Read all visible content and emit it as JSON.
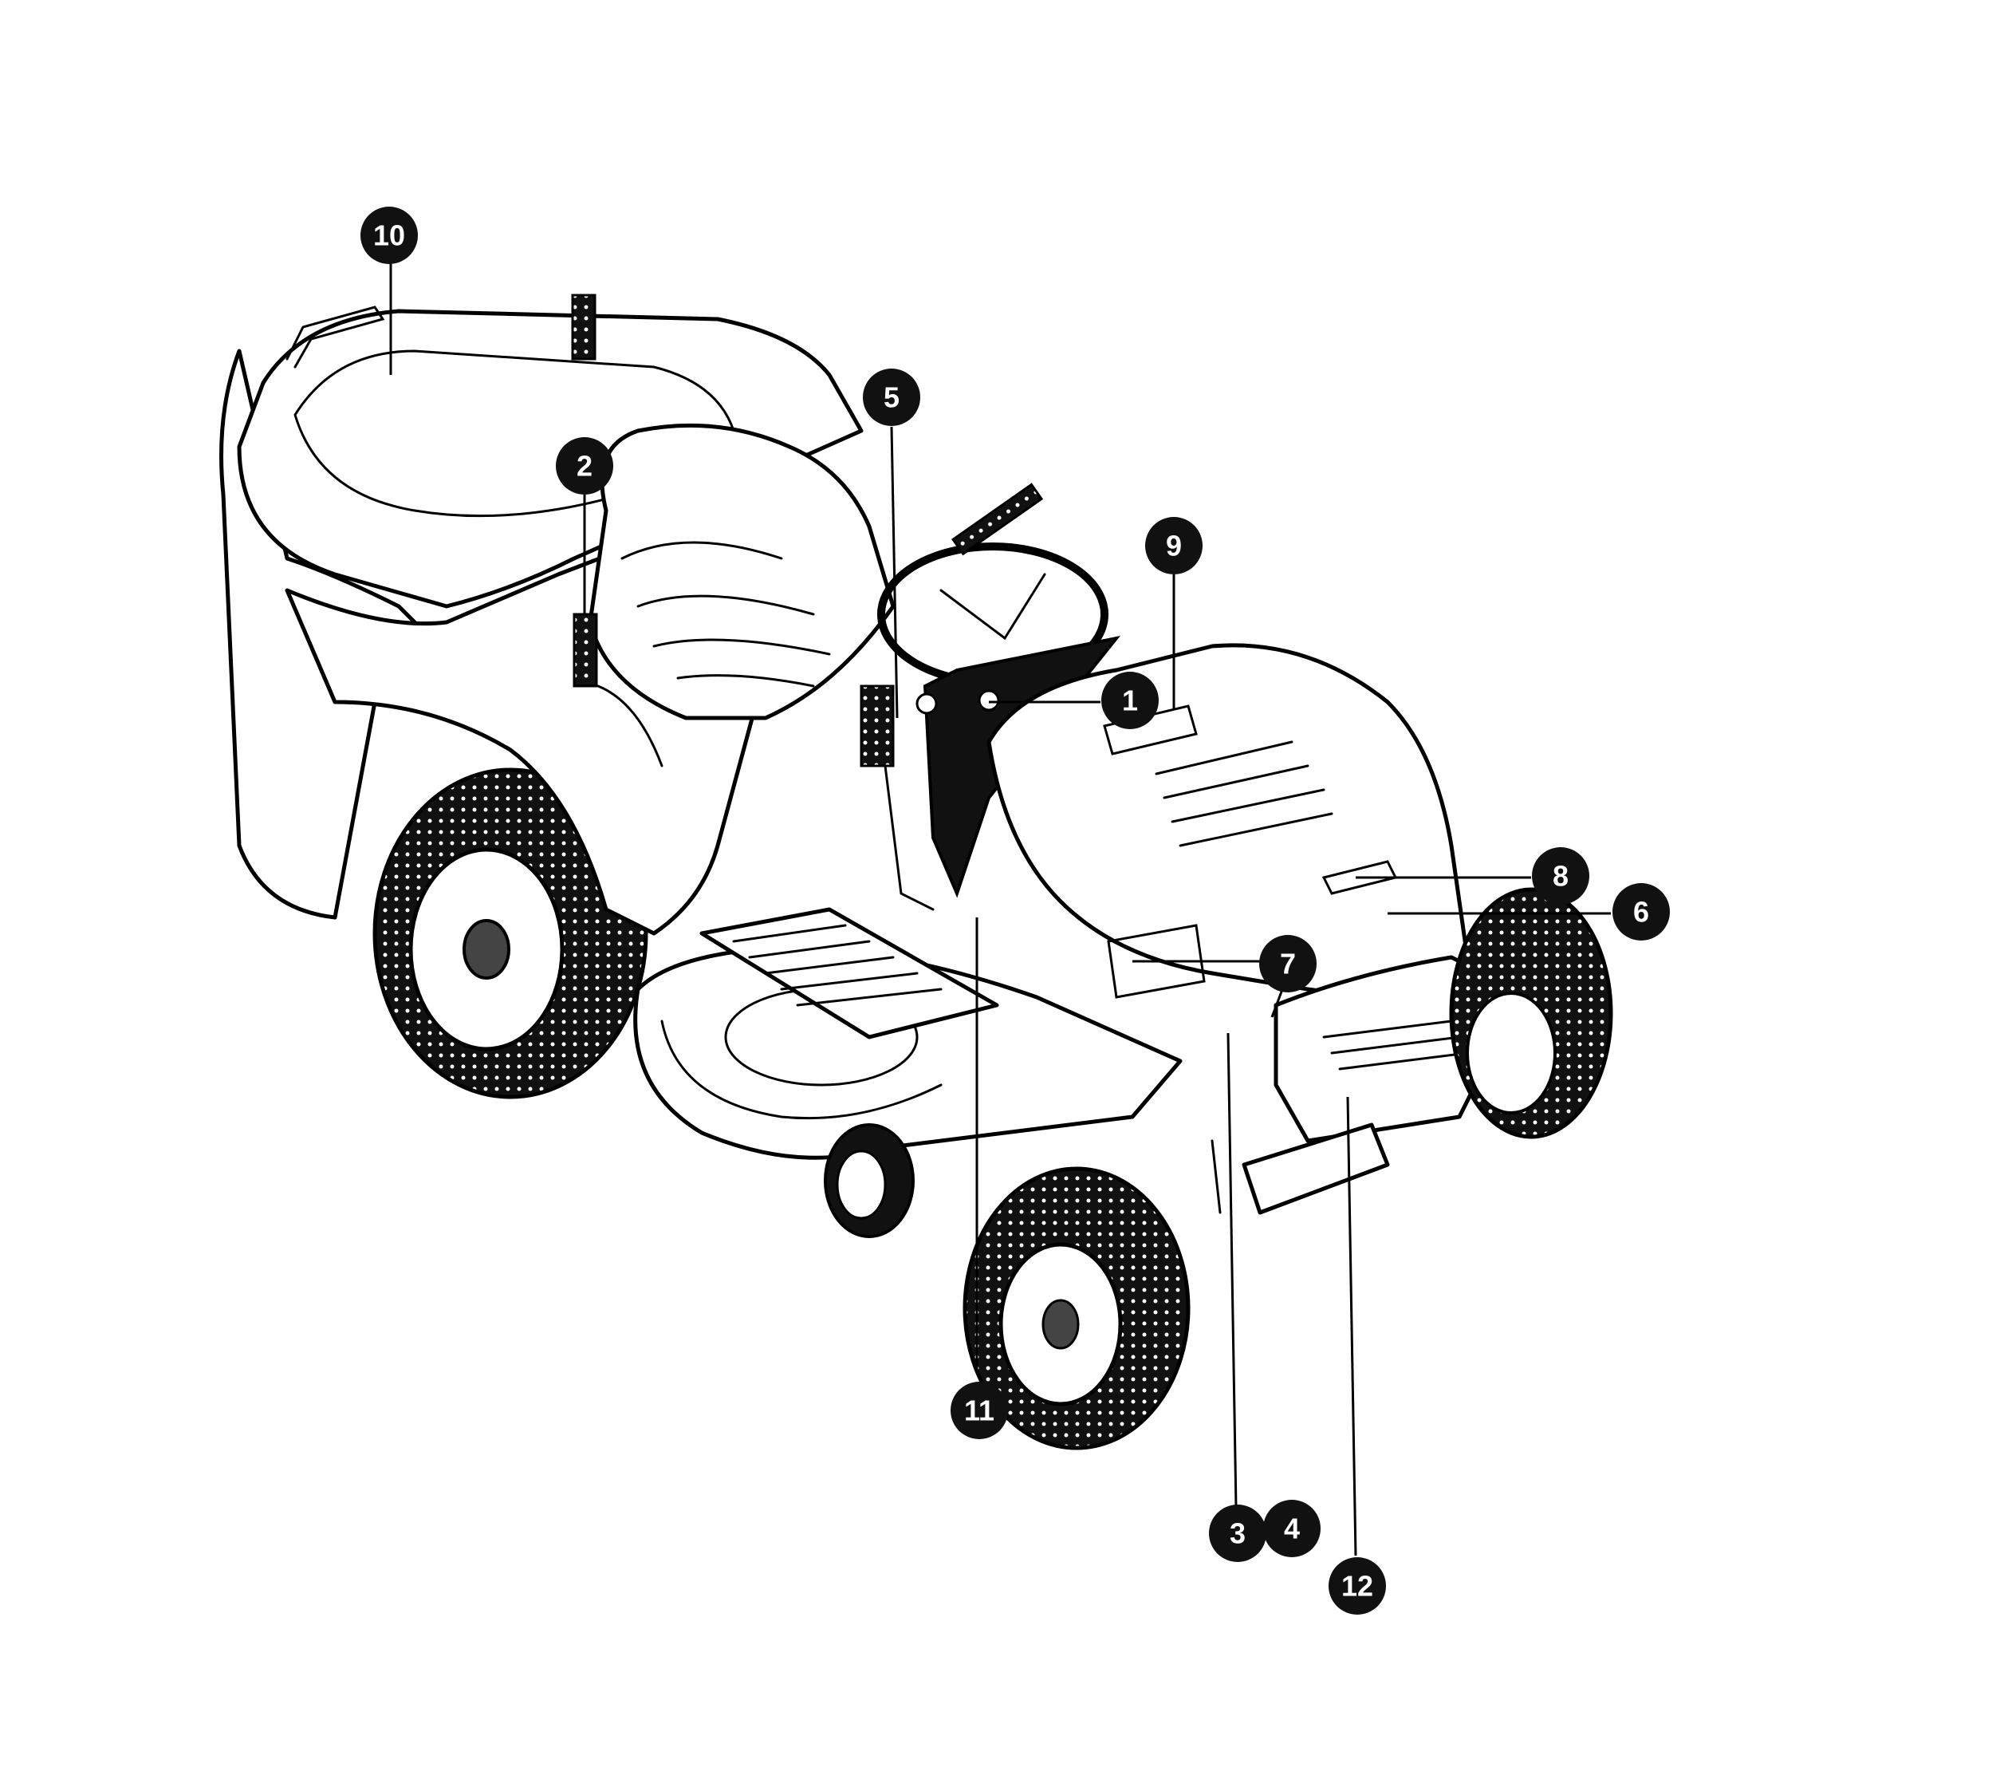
{
  "callouts": [
    {
      "id": "c1",
      "label": "1"
    },
    {
      "id": "c2",
      "label": "2"
    },
    {
      "id": "c3",
      "label": "3"
    },
    {
      "id": "c4",
      "label": "4"
    },
    {
      "id": "c5",
      "label": "5"
    },
    {
      "id": "c6",
      "label": "6"
    },
    {
      "id": "c7",
      "label": "7"
    },
    {
      "id": "c8",
      "label": "8"
    },
    {
      "id": "c9",
      "label": "9"
    },
    {
      "id": "c10",
      "label": "10"
    },
    {
      "id": "c11",
      "label": "11"
    },
    {
      "id": "c12",
      "label": "12"
    }
  ],
  "colors": {
    "ink": "#000000",
    "callout_fill": "#111111",
    "callout_text": "#ffffff",
    "background": "#ffffff"
  }
}
